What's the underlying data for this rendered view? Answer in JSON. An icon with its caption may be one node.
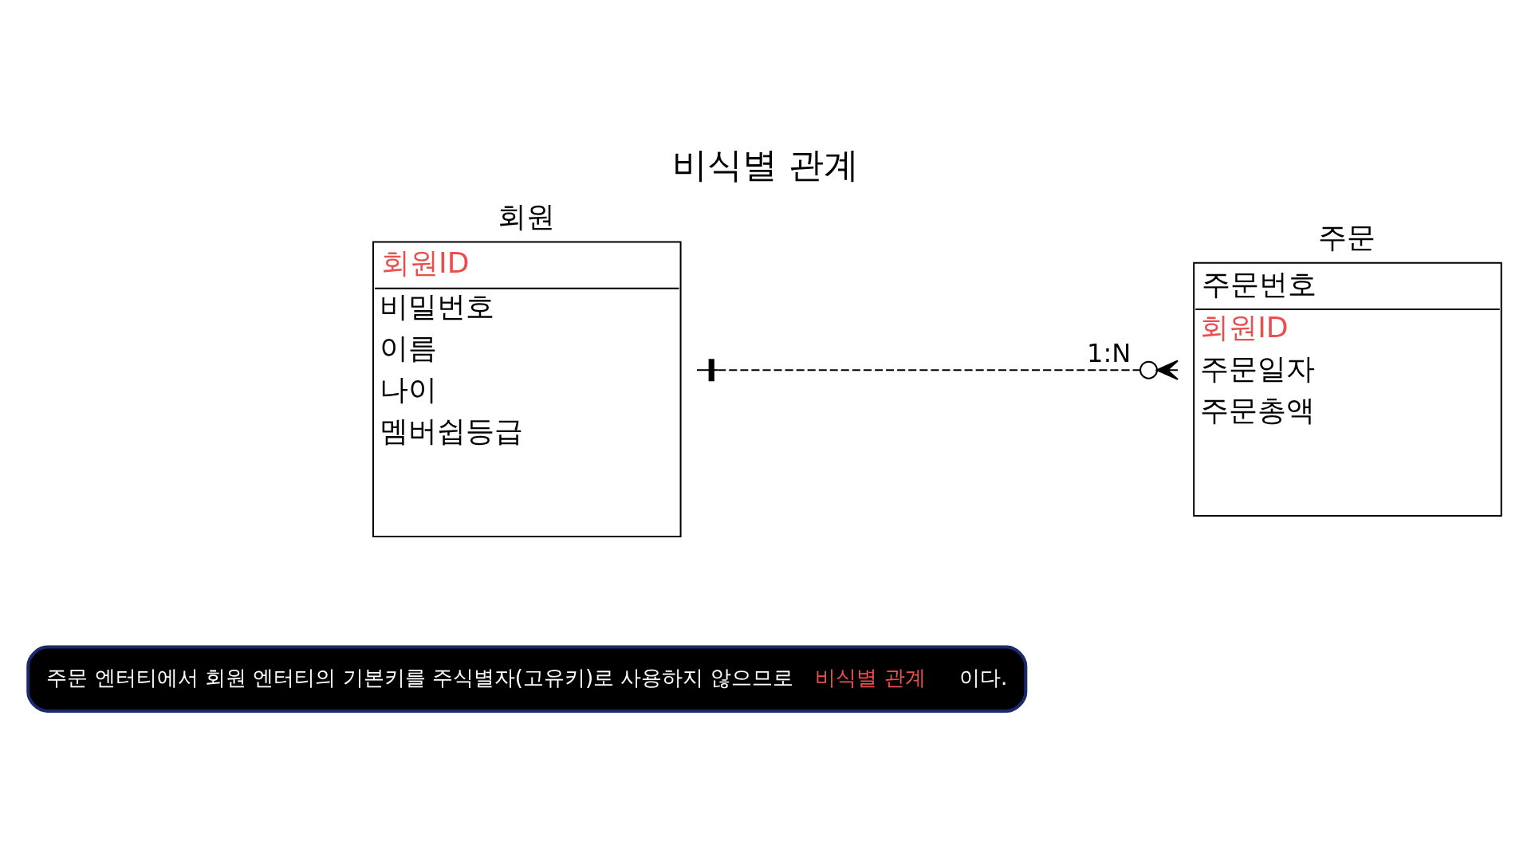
{
  "diagram": {
    "title": "비식별 관계",
    "nodes": [
      {
        "text": [
          "회원",
          "회원ID",
          "비밀번호",
          "이름",
          "나이",
          "멤버쉽등급"
        ]
      },
      {
        "text": [
          "주문",
          "주문번호",
          "회원ID",
          "주문일자",
          "주문총액"
        ]
      },
      {
        "text": [
          "주문 엔터티에서 회원 엔터티의 기본키를 주식별자(고유키)로 사용하지 않으므로",
          "비식별 관계",
          "이다."
        ]
      }
    ],
    "edges": [
      {
        "from": 0,
        "to": 1,
        "arrow": "other",
        "label": "1:N",
        "style": "dashed"
      }
    ]
  }
}
